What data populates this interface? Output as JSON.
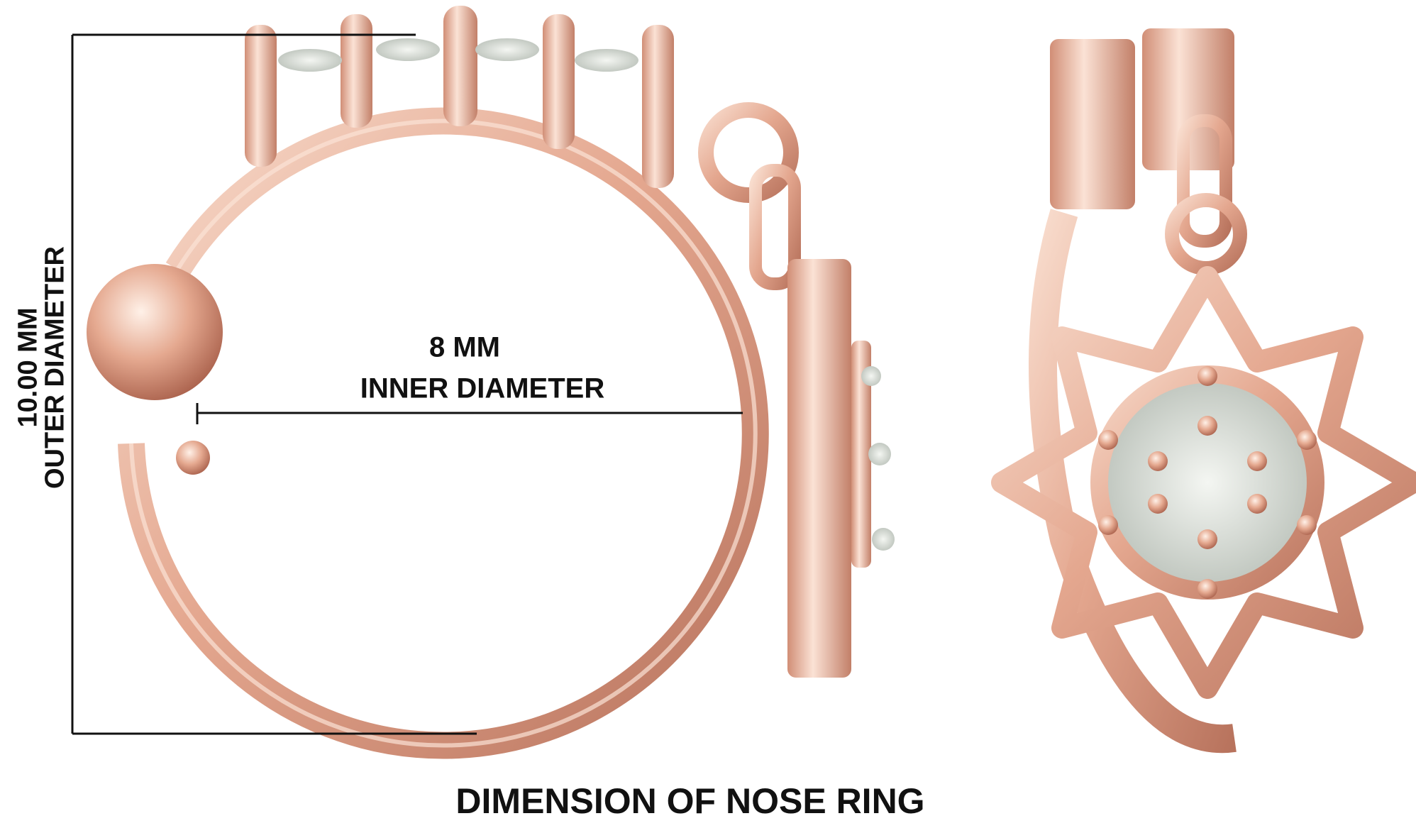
{
  "labels": {
    "outer_value": "10.00 MM",
    "outer_caption": "OUTER DIAMETER",
    "inner_value": "8 MM",
    "inner_caption": "INNER DIAMETER",
    "title": "DIMENSION OF NOSE RING"
  },
  "colors": {
    "metal_light": "#f7d5c4",
    "metal_mid": "#e3a48c",
    "metal_dark": "#b06a55",
    "diamond": "#dfe3dd",
    "line": "#111111"
  }
}
